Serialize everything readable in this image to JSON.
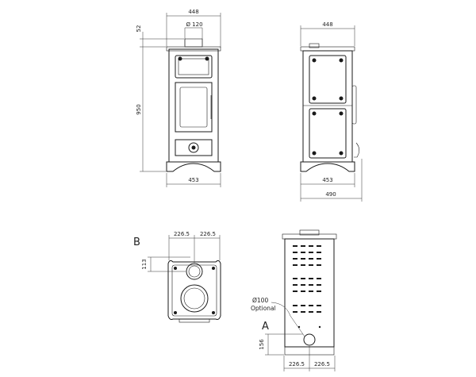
{
  "front_view": {
    "width_top": "448",
    "flue_diameter": "Ø 120",
    "top_offset": "52",
    "height": "950",
    "width_bottom": "453"
  },
  "side_view": {
    "width_top": "448",
    "width_base": "453",
    "depth_total": "490"
  },
  "top_view": {
    "label": "B",
    "half_left": "226.5",
    "half_right": "226.5",
    "flue_offset": "113"
  },
  "back_view": {
    "label": "A",
    "optional_note_line1": "Ø100",
    "optional_note_line2": "Optional",
    "inlet_height": "156",
    "half_left": "226.5",
    "half_right": "226.5"
  }
}
